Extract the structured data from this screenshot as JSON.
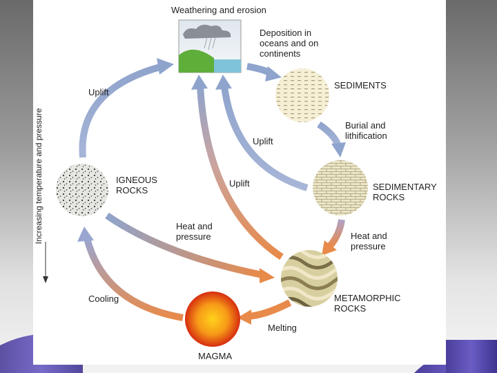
{
  "title": "Weathering and erosion",
  "side_label": "Increasing temperature and pressure",
  "nodes": {
    "sediments": "SEDIMENTS",
    "sedimentary": [
      "SEDIMENTARY",
      "ROCKS"
    ],
    "metamorphic": [
      "METAMORPHIC",
      "ROCKS"
    ],
    "magma": "MAGMA",
    "igneous": [
      "IGNEOUS",
      "ROCKS"
    ]
  },
  "processes": {
    "deposition": [
      "Deposition in",
      "oceans and on",
      "continents"
    ],
    "burial": [
      "Burial and",
      "lithification"
    ],
    "heat_right": [
      "Heat and",
      "pressure"
    ],
    "heat_left": [
      "Heat and",
      "pressure"
    ],
    "melting": "Melting",
    "cooling": "Cooling",
    "uplift_left": "Uplift",
    "uplift_center": "Uplift",
    "uplift_mid": "Uplift"
  },
  "colors": {
    "arrow_blue": "#8fa4cc",
    "arrow_orange": "#e88a4a",
    "accent_purple": "#5b4fb0",
    "magma_core": "#ffd21a",
    "magma_rim": "#d62d10"
  }
}
